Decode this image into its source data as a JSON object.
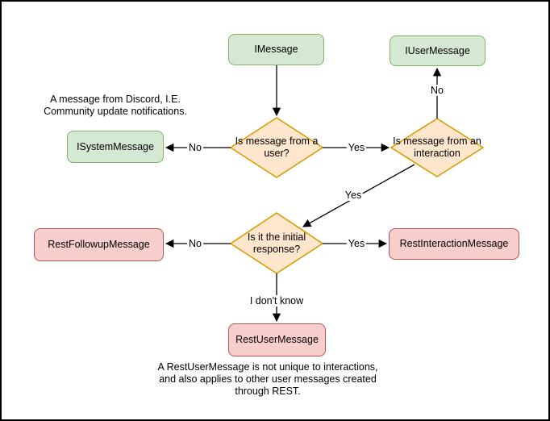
{
  "diagram": {
    "nodes": {
      "imessage": {
        "label": "IMessage"
      },
      "iusermessage": {
        "label": "IUserMessage"
      },
      "isystemmessage": {
        "label": "ISystemMessage"
      },
      "decision_user": {
        "label": "Is message from a user?"
      },
      "decision_interaction": {
        "label": "Is message from an interaction"
      },
      "decision_initial": {
        "label": "Is it the initial response?"
      },
      "restfollowupmessage": {
        "label": "RestFollowupMessage"
      },
      "restinteractionmessage": {
        "label": "RestInteractionMessage"
      },
      "restusermessage": {
        "label": "RestUserMessage"
      }
    },
    "edge_labels": {
      "user_no": "No",
      "user_yes": "Yes",
      "interaction_no": "No",
      "interaction_yes": "Yes",
      "initial_no": "No",
      "initial_yes": "Yes",
      "initial_unknown": "I don't know"
    },
    "annotations": {
      "system_message_note": "A message from Discord, I.E.\nCommunity update notifications.",
      "rest_user_message_note": "A RestUserMessage is not unique to interactions,\nand also applies to other user messages created\nthrough REST."
    },
    "colors": {
      "interface_fill": "#d5e8d4",
      "interface_border": "#82b366",
      "decision_fill": "#ffe6cc",
      "decision_border": "#d79b00",
      "rest_fill": "#f8cecc",
      "rest_border": "#b85450",
      "arrow": "#000000",
      "text": "#000000",
      "background": "#ffffff",
      "frame_border": "#000000"
    }
  }
}
